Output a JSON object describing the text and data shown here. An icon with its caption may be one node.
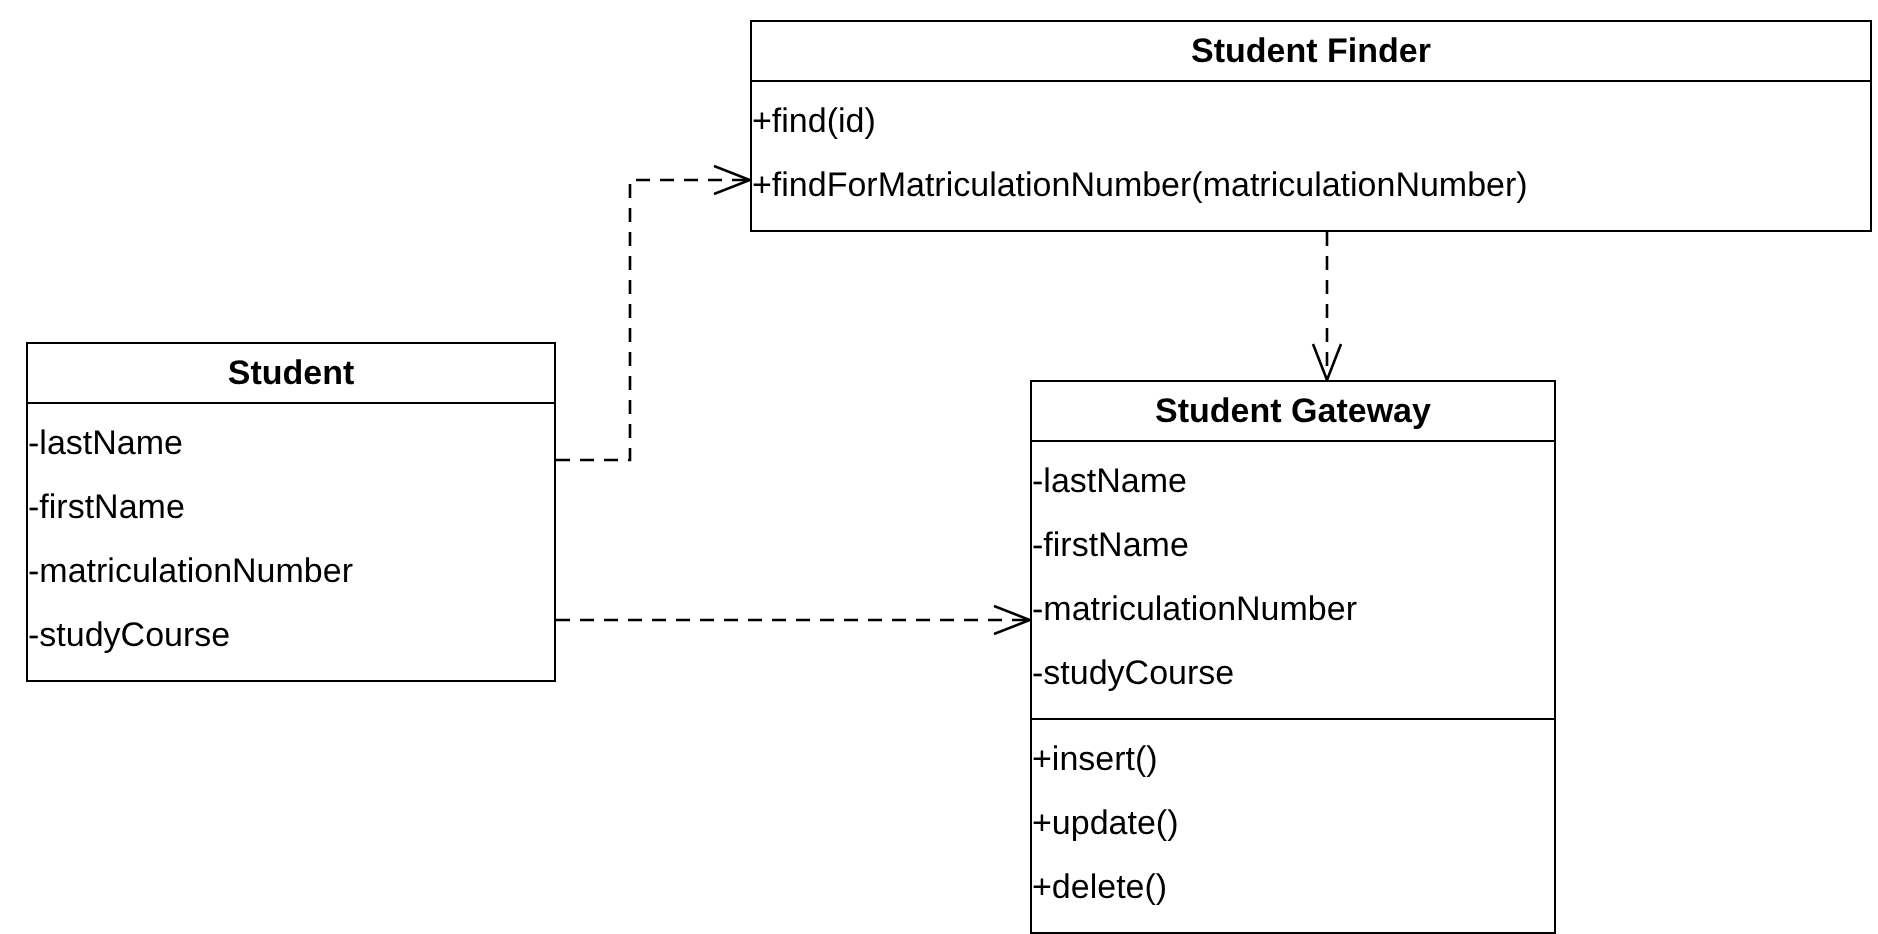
{
  "diagram": {
    "nodes": [
      {
        "text": [
          "Student Finder"
        ]
      },
      {
        "text": [
          "+find(id)",
          "+findForMatriculationNumber(matriculationNumber)"
        ],
        "in": 0
      },
      {
        "text": [
          "Student"
        ]
      },
      {
        "text": [
          "-lastName",
          "-firstName",
          "-matriculationNumber",
          "-studyCourse"
        ],
        "in": 2
      },
      {
        "text": [
          "Student Gateway"
        ]
      },
      {
        "text": [
          "-lastName",
          "-firstName",
          "-matriculationNumber",
          "-studyCourse"
        ],
        "in": 4
      },
      {
        "text": [
          "+insert()",
          "+update()",
          "+delete()"
        ],
        "in": 4
      }
    ],
    "edges": [
      {
        "from": 2,
        "to": 0,
        "arrow": "to",
        "style": "dashed"
      },
      {
        "from": 2,
        "to": 4,
        "arrow": "to",
        "style": "dashed"
      },
      {
        "from": 0,
        "to": 4,
        "arrow": "to",
        "style": "dashed"
      }
    ]
  }
}
